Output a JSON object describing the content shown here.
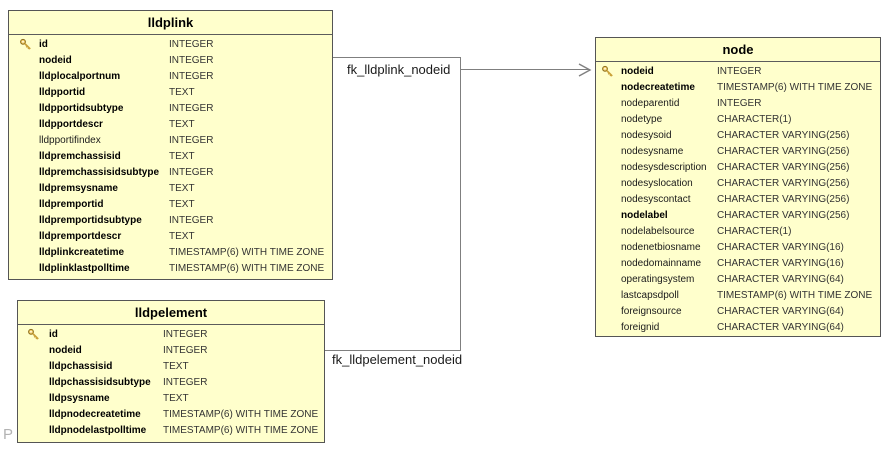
{
  "diagram": {
    "watermark": "P",
    "relationships": [
      {
        "label": "fk_lldplink_nodeid",
        "from_table": "lldplink",
        "from_column": "nodeid",
        "to_table": "node",
        "to_column": "nodeid"
      },
      {
        "label": "fk_lldpelement_nodeid",
        "from_table": "lldpelement",
        "from_column": "nodeid",
        "to_table": "node",
        "to_column": "nodeid"
      }
    ]
  },
  "colors": {
    "table_fill": "#ffffcc",
    "table_border": "#555555",
    "connector_line": "#7f7f7f",
    "key_icon_gold": "#e8b54a",
    "label_text": "#1a1a1a",
    "watermark_gray": "#b3b3b3"
  },
  "tables": [
    {
      "name": "lldplink",
      "columns": [
        {
          "name": "id",
          "type": "INTEGER",
          "key": true,
          "notnull": true
        },
        {
          "name": "nodeid",
          "type": "INTEGER",
          "notnull": true
        },
        {
          "name": "lldplocalportnum",
          "type": "INTEGER",
          "notnull": true
        },
        {
          "name": "lldpportid",
          "type": "TEXT",
          "notnull": true
        },
        {
          "name": "lldpportidsubtype",
          "type": "INTEGER",
          "notnull": true
        },
        {
          "name": "lldpportdescr",
          "type": "TEXT",
          "notnull": true
        },
        {
          "name": "lldpportifindex",
          "type": "INTEGER",
          "notnull": false
        },
        {
          "name": "lldpremchassisid",
          "type": "TEXT",
          "notnull": true
        },
        {
          "name": "lldpremchassisidsubtype",
          "type": "INTEGER",
          "notnull": true
        },
        {
          "name": "lldpremsysname",
          "type": "TEXT",
          "notnull": true
        },
        {
          "name": "lldpremportid",
          "type": "TEXT",
          "notnull": true
        },
        {
          "name": "lldpremportidsubtype",
          "type": "INTEGER",
          "notnull": true
        },
        {
          "name": "lldpremportdescr",
          "type": "TEXT",
          "notnull": true
        },
        {
          "name": "lldplinkcreatetime",
          "type": "TIMESTAMP(6) WITH TIME ZONE",
          "notnull": true
        },
        {
          "name": "lldplinklastpolltime",
          "type": "TIMESTAMP(6) WITH TIME ZONE",
          "notnull": true
        }
      ]
    },
    {
      "name": "lldpelement",
      "columns": [
        {
          "name": "id",
          "type": "INTEGER",
          "key": true,
          "notnull": true
        },
        {
          "name": "nodeid",
          "type": "INTEGER",
          "notnull": true
        },
        {
          "name": "lldpchassisid",
          "type": "TEXT",
          "notnull": true
        },
        {
          "name": "lldpchassisidsubtype",
          "type": "INTEGER",
          "notnull": true
        },
        {
          "name": "lldpsysname",
          "type": "TEXT",
          "notnull": true
        },
        {
          "name": "lldpnodecreatetime",
          "type": "TIMESTAMP(6) WITH TIME ZONE",
          "notnull": true
        },
        {
          "name": "lldpnodelastpolltime",
          "type": "TIMESTAMP(6) WITH TIME ZONE",
          "notnull": true
        }
      ]
    },
    {
      "name": "node",
      "columns": [
        {
          "name": "nodeid",
          "type": "INTEGER",
          "key": true,
          "notnull": true
        },
        {
          "name": "nodecreatetime",
          "type": "TIMESTAMP(6) WITH TIME ZONE",
          "notnull": true
        },
        {
          "name": "nodeparentid",
          "type": "INTEGER",
          "notnull": false
        },
        {
          "name": "nodetype",
          "type": "CHARACTER(1)",
          "notnull": false
        },
        {
          "name": "nodesysoid",
          "type": "CHARACTER VARYING(256)",
          "notnull": false
        },
        {
          "name": "nodesysname",
          "type": "CHARACTER VARYING(256)",
          "notnull": false
        },
        {
          "name": "nodesysdescription",
          "type": "CHARACTER VARYING(256)",
          "notnull": false
        },
        {
          "name": "nodesyslocation",
          "type": "CHARACTER VARYING(256)",
          "notnull": false
        },
        {
          "name": "nodesyscontact",
          "type": "CHARACTER VARYING(256)",
          "notnull": false
        },
        {
          "name": "nodelabel",
          "type": "CHARACTER VARYING(256)",
          "notnull": true
        },
        {
          "name": "nodelabelsource",
          "type": "CHARACTER(1)",
          "notnull": false
        },
        {
          "name": "nodenetbiosname",
          "type": "CHARACTER VARYING(16)",
          "notnull": false
        },
        {
          "name": "nodedomainname",
          "type": "CHARACTER VARYING(16)",
          "notnull": false
        },
        {
          "name": "operatingsystem",
          "type": "CHARACTER VARYING(64)",
          "notnull": false
        },
        {
          "name": "lastcapsdpoll",
          "type": "TIMESTAMP(6) WITH TIME ZONE",
          "notnull": false
        },
        {
          "name": "foreignsource",
          "type": "CHARACTER VARYING(64)",
          "notnull": false
        },
        {
          "name": "foreignid",
          "type": "CHARACTER VARYING(64)",
          "notnull": false
        }
      ]
    }
  ]
}
